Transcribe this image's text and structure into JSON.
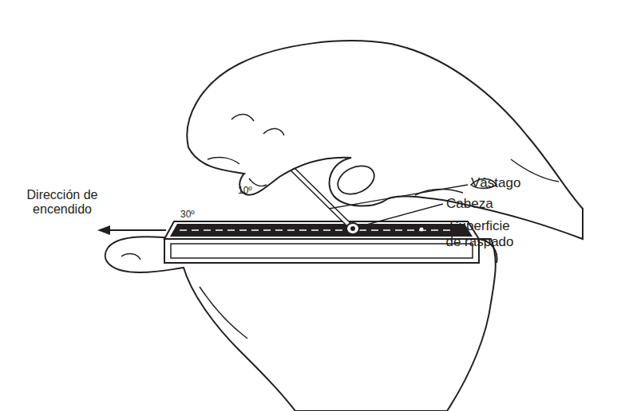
{
  "diagram": {
    "labels": [
      "10º",
      "30º",
      "Dirección de encendido",
      "Vástago",
      "Cabeza",
      "Superficie de raspado"
    ]
  }
}
